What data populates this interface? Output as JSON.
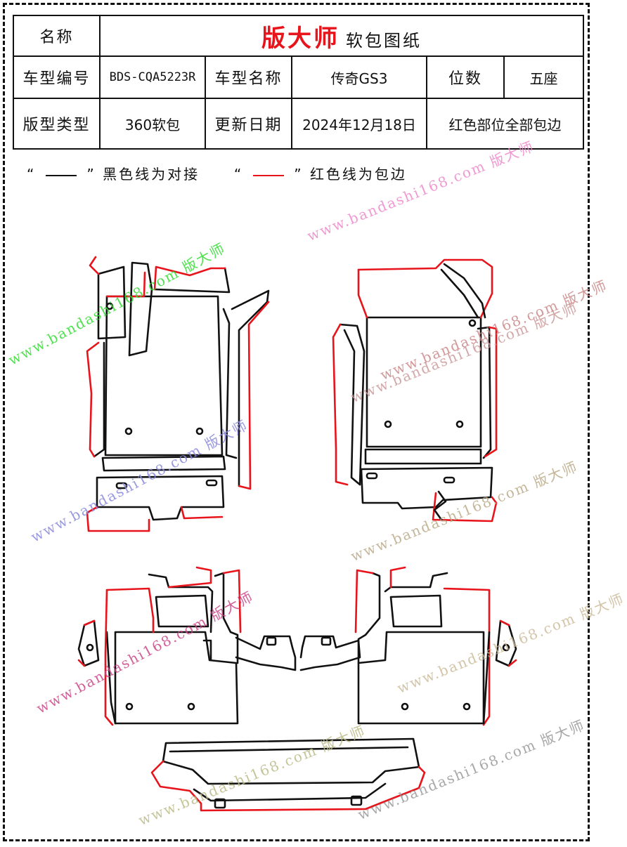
{
  "header": {
    "name_label": "名称",
    "brand": "版大师",
    "subtitle": "软包图纸",
    "model_code_label": "车型编号",
    "model_code": "BDS-CQA5223R",
    "model_name_label": "车型名称",
    "model_name": "传奇GS3",
    "seats_label": "位数",
    "seats": "五座",
    "pattern_type_label": "版型类型",
    "pattern_type": "360软包",
    "update_date_label": "更新日期",
    "update_date": "2024年12月18日",
    "note": "红色部位全部包边"
  },
  "legend": {
    "black_text": "黑色线为对接",
    "red_text": "红色线为包边",
    "open_quote": "“",
    "close_quote": "”"
  },
  "watermarks": [
    {
      "text": "www.bandashi168.com 版大师",
      "color": "#33dd33"
    },
    {
      "text": "www.bandashi168.com 版大师",
      "color": "#ee88cc"
    },
    {
      "text": "www.bandashi168.com 版大师",
      "color": "#cc8888"
    },
    {
      "text": "www.bandashi168.com 版大师",
      "color": "#cc9999"
    },
    {
      "text": "www.bandashi168.com 版大师",
      "color": "#8888dd"
    },
    {
      "text": "www.bandashi168.com 版大师",
      "color": "#bbaa88"
    },
    {
      "text": "www.bandashi168.com 版大师",
      "color": "#cc4488"
    },
    {
      "text": "www.bandashi168.com 版大师",
      "color": "#bbbb88"
    },
    {
      "text": "www.bandashi168.com 版大师",
      "color": "#999999"
    },
    {
      "text": "www.bandashi168.com 版大师",
      "color": "#ccbb99"
    }
  ],
  "colors": {
    "edge_red": "#e8141b",
    "seam_black": "#111111"
  }
}
